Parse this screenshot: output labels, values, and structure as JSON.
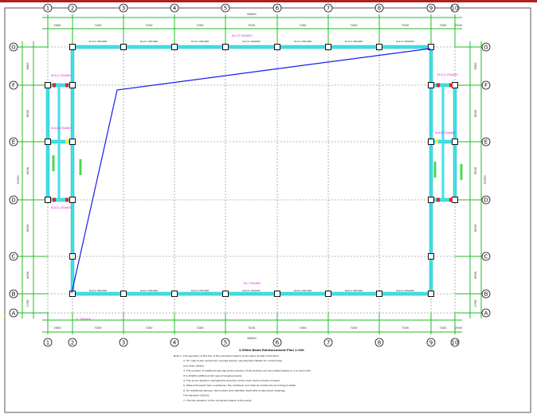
{
  "drawing": {
    "columns": [
      "1",
      "2",
      "3",
      "4",
      "5",
      "6",
      "7",
      "8",
      "9",
      "10"
    ],
    "rows": [
      "G",
      "F",
      "E",
      "D",
      "C",
      "B",
      "A"
    ],
    "top_total": "60000",
    "top_spans": [
      "2500",
      "7200",
      "7200",
      "7200",
      "7200",
      "7200",
      "7200",
      "7200",
      "7200",
      "2500"
    ],
    "bottom_total": "60000",
    "bottom_spans": [
      "2500",
      "7200",
      "7200",
      "7200",
      "7200",
      "7200",
      "7200",
      "7200",
      "7200",
      "2500"
    ],
    "left_spans": [
      "6000",
      "6000",
      "6000",
      "6000",
      "6000",
      "2700"
    ],
    "left_total": "33700",
    "right_spans": [
      "6000",
      "6000",
      "6000",
      "6000",
      "6000",
      "2700"
    ],
    "right_total": "33700",
    "beam_labels_top": [
      "KL1(1) 250x600",
      "KL1(1) 250x600",
      "KL1(1) 250x600",
      "KL1(1) 250x600",
      "KL1(1) 250x600",
      "KL1(1) 250x600",
      "KL1(1) 250x600"
    ],
    "beam_labels_bottom": [
      "KL2(1) 250x600",
      "KL2(1) 250x600",
      "KL2(1) 250x600",
      "KL2(1) 250x600",
      "KL2(1) 250x600",
      "KL2(1) 250x600",
      "KL2(1) 250x600"
    ],
    "tag_labels": [
      {
        "text": "KL1(7) 250x600"
      },
      {
        "text": "KL1(7) 250x600"
      },
      {
        "text": "KL3(1) 250x600"
      },
      {
        "text": "KL4(1) 250x600"
      },
      {
        "text": "KL5(1) 250x600"
      },
      {
        "text": "KL6(1) 250x600"
      },
      {
        "text": "KL7 250x600"
      },
      {
        "text": "L1 200x400"
      }
    ],
    "notes_title": "2.950m Beam Reinforcement Plan  1:100",
    "notes": [
      "Note 1: The elevation of the top of the unmarked beams is the same as that of the floor.",
      "2. For cast-in-situ reinforced concrete beams, see standard details for construction.",
      "   and other details.",
      "3. The number of additional stirrups at the junction of the primary and secondary beams is 3 on each side.",
      "   It is 2d@50 additional stirrups at hanging beams.",
      "4. The arrow direction indicates the direction of the main reinforcement of beam.",
      "5. Where the beam has a cantilever, the cantilever end shall be reinforced according to detail.",
      "6. For additional stirrups, the location and diameter shall refer to structural drawings.",
      "   The standard 16G101.",
      "7. The top elevation of the unmarked beams is the same."
    ]
  }
}
